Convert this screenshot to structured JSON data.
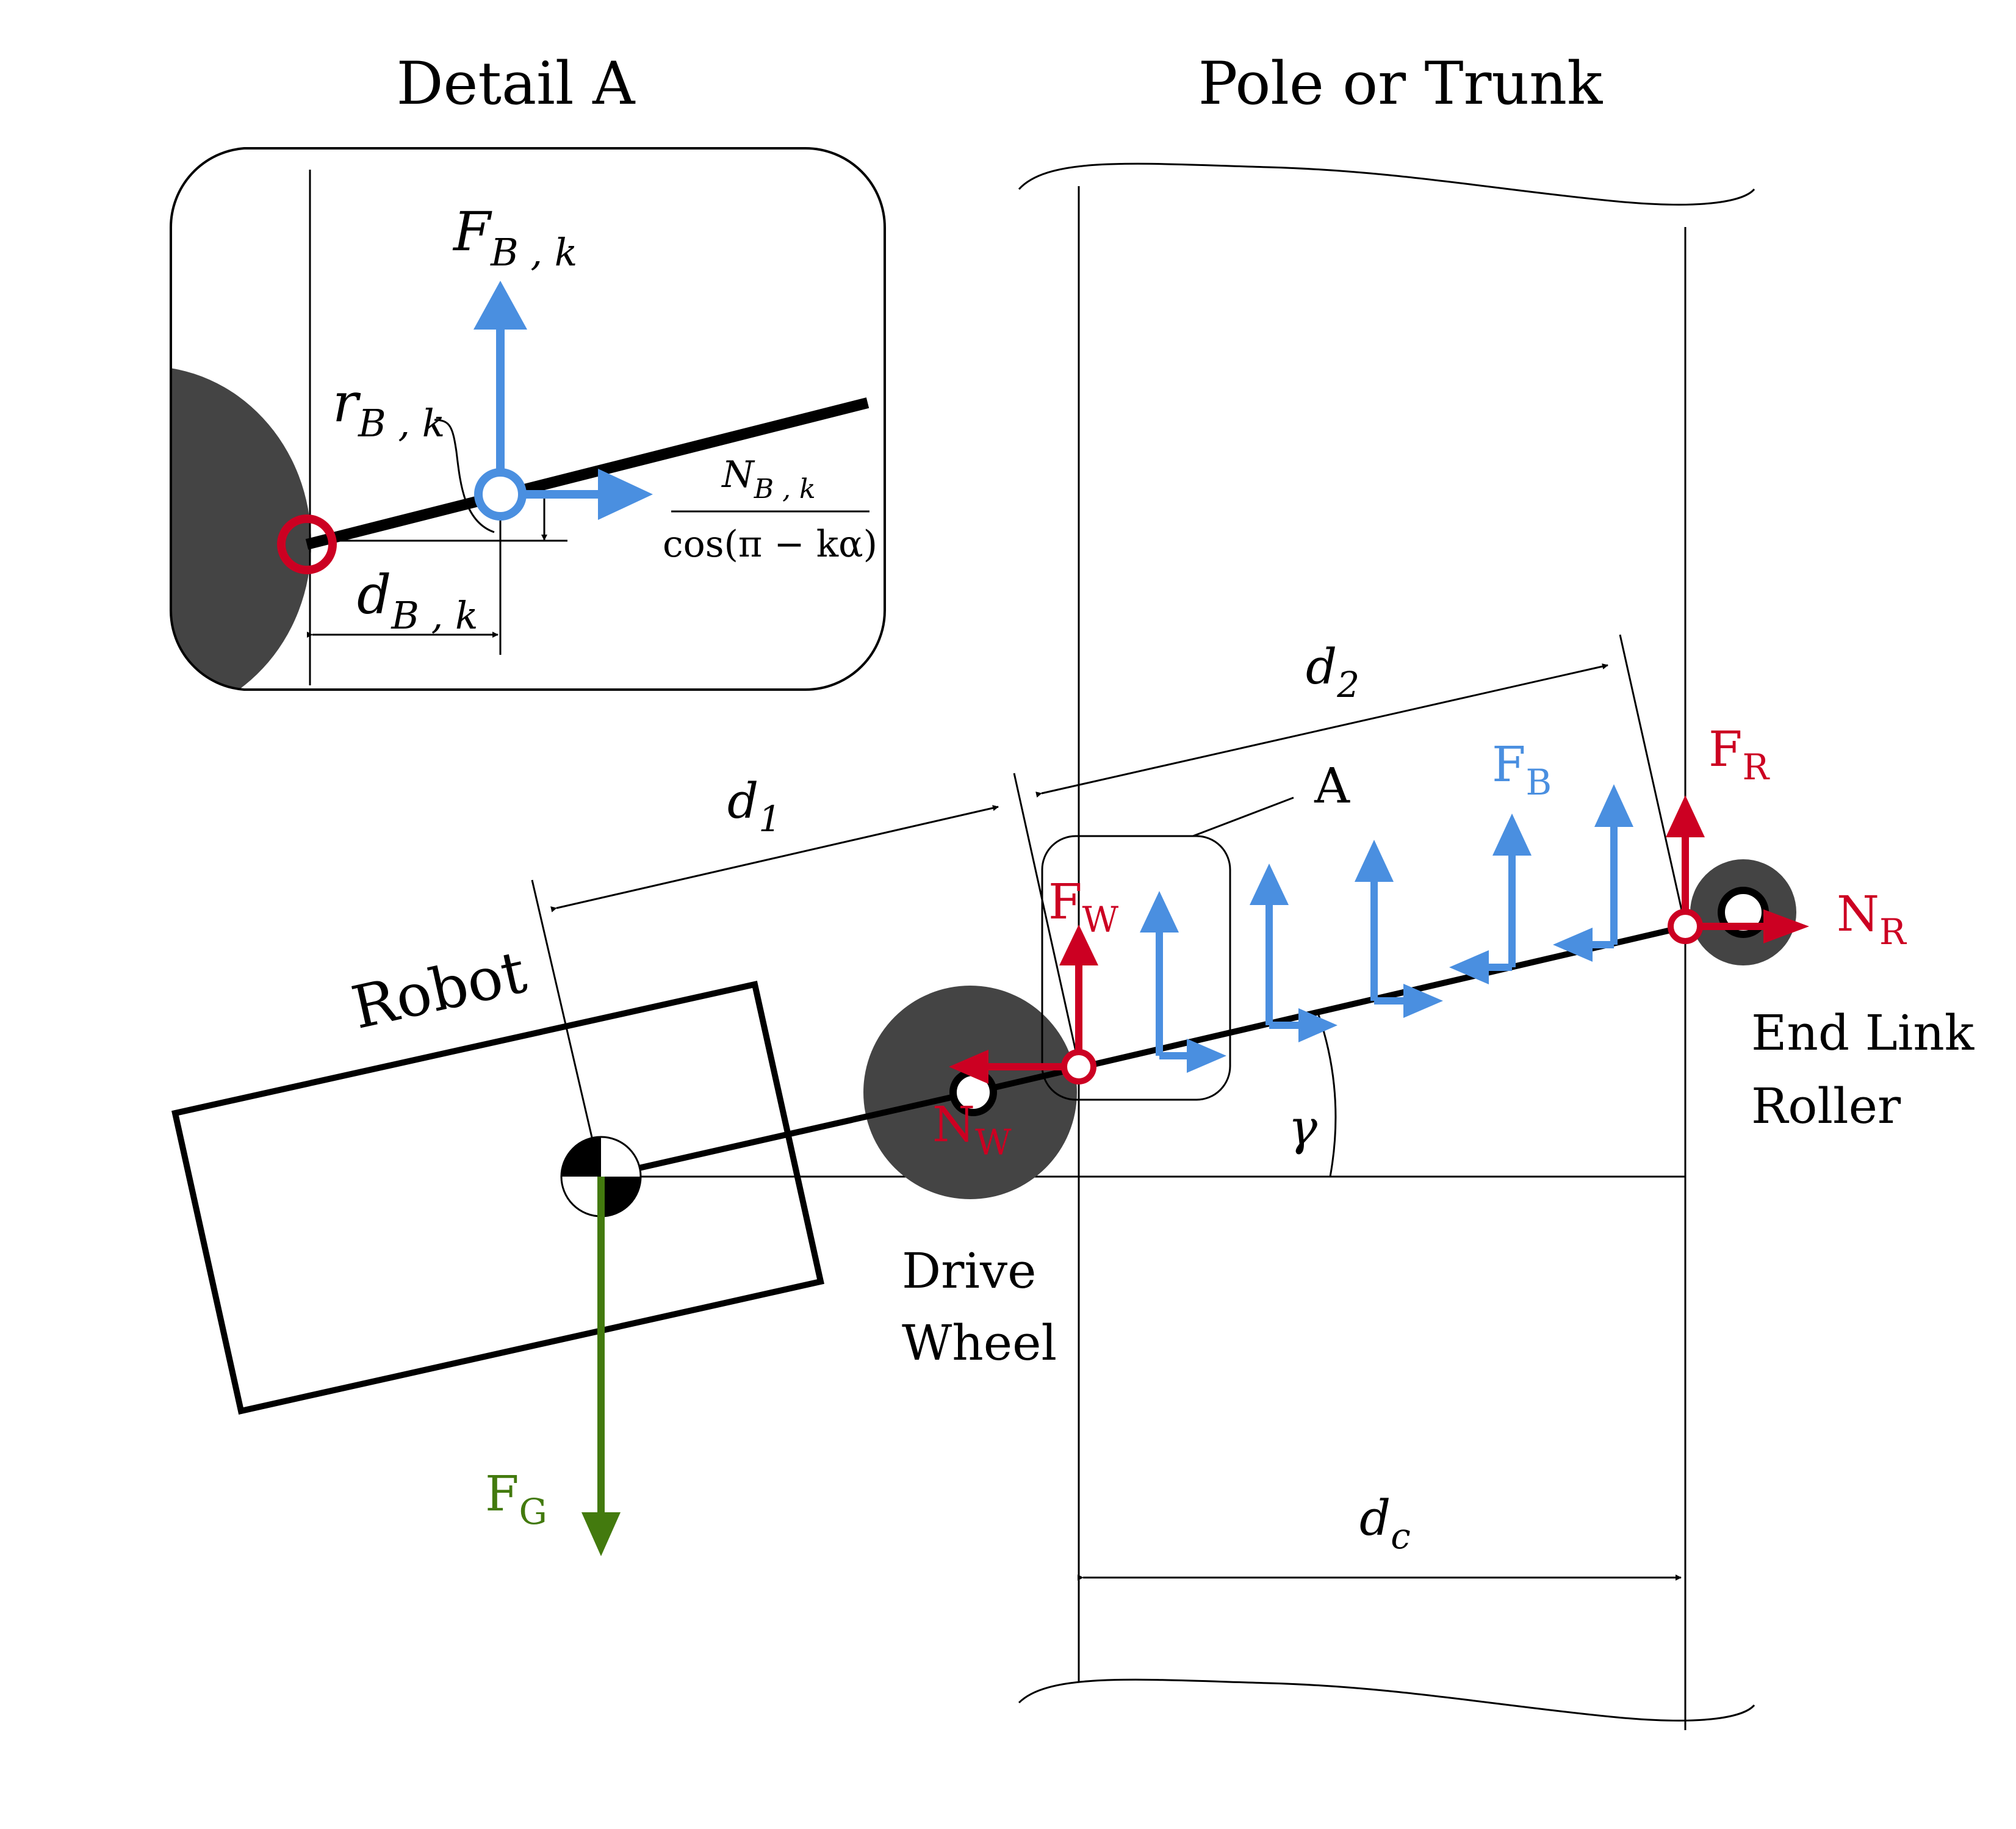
{
  "colors": {
    "blue": "#4A8FE0",
    "red": "#CC0022",
    "green": "#437A0E",
    "dark": "#444444",
    "black": "#000000"
  },
  "detail": {
    "title": "Detail A",
    "fb_main": "F",
    "fb_sub": "B , k",
    "rb_main": "r",
    "rb_sub": "B , k",
    "db_main": "d",
    "db_sub": "B , k",
    "nb_main": "N",
    "nb_sub": "B , k",
    "denominator": "cos(π − kα)"
  },
  "pole": {
    "title": "Pole or Trunk",
    "dc_main": "d",
    "dc_sub": "c"
  },
  "labels": {
    "robot": "Robot",
    "drive_wheel_line1": "Drive",
    "drive_wheel_line2": "Wheel",
    "end_link_line1": "End Link",
    "end_link_line2": "Roller",
    "detail_ref": "A",
    "d1_main": "d",
    "d1_sub": "1",
    "d2_main": "d",
    "d2_sub": "2",
    "gamma": "γ"
  },
  "forces": {
    "fw_main": "F",
    "fw_sub": "W",
    "nw_main": "N",
    "nw_sub": "W",
    "fb_main": "F",
    "fb_sub": "B",
    "fr_main": "F",
    "fr_sub": "R",
    "nr_main": "N",
    "nr_sub": "R",
    "fg_main": "F",
    "fg_sub": "G"
  }
}
